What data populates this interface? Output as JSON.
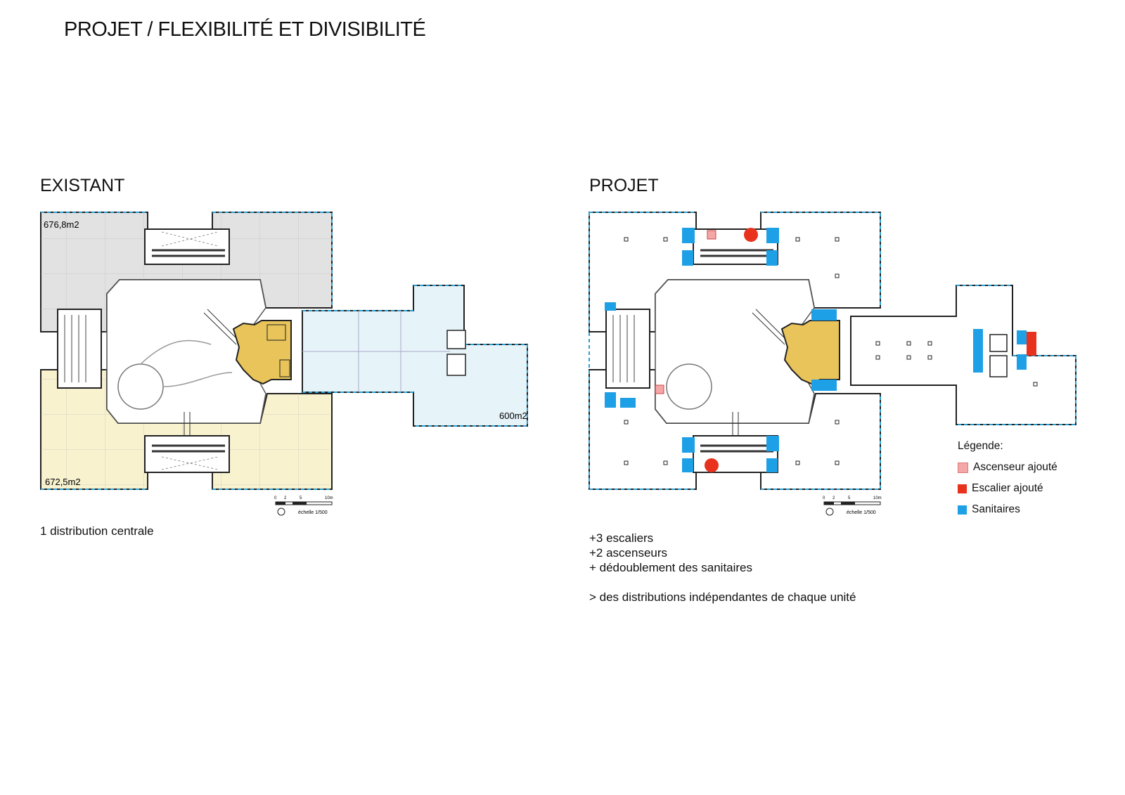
{
  "title": "PROJET / FLEXIBILITÉ ET DIVISIBILITÉ",
  "existing": {
    "heading": "EXISTANT",
    "area_top": "676,8m2",
    "area_bottom": "672,5m2",
    "area_wing": "600m2",
    "scale_ticks": [
      "0",
      "2",
      "5",
      "10m"
    ],
    "scale_label": "échelle 1/500",
    "note": "1 distribution centrale"
  },
  "project": {
    "heading": "PROJET",
    "scale_ticks": [
      "0",
      "2",
      "5",
      "10m"
    ],
    "scale_label": "échelle 1/500",
    "notes": [
      "+3 escaliers",
      "+2 ascenseurs",
      "+ dédoublement des sanitaires"
    ],
    "conclusion": "> des distributions indépendantes de chaque unité"
  },
  "legend": {
    "title": "Légende:",
    "items": [
      {
        "label": "Ascenseur ajouté",
        "color": "#f4a7a7"
      },
      {
        "label": "Escalier ajouté",
        "color": "#e8321e"
      },
      {
        "label": "Sanitaires",
        "color": "#1ea0e6"
      }
    ]
  },
  "colors": {
    "unit_grey": "#e2e2e2",
    "unit_yellow": "#f8f2cf",
    "unit_blue": "#e6f3f8",
    "core_gold": "#e8c45a",
    "added_lift": "#f4a7a7",
    "added_stair": "#e8321e",
    "sanitary": "#1ea0e6",
    "facade_dash": "#2a9fd0"
  }
}
